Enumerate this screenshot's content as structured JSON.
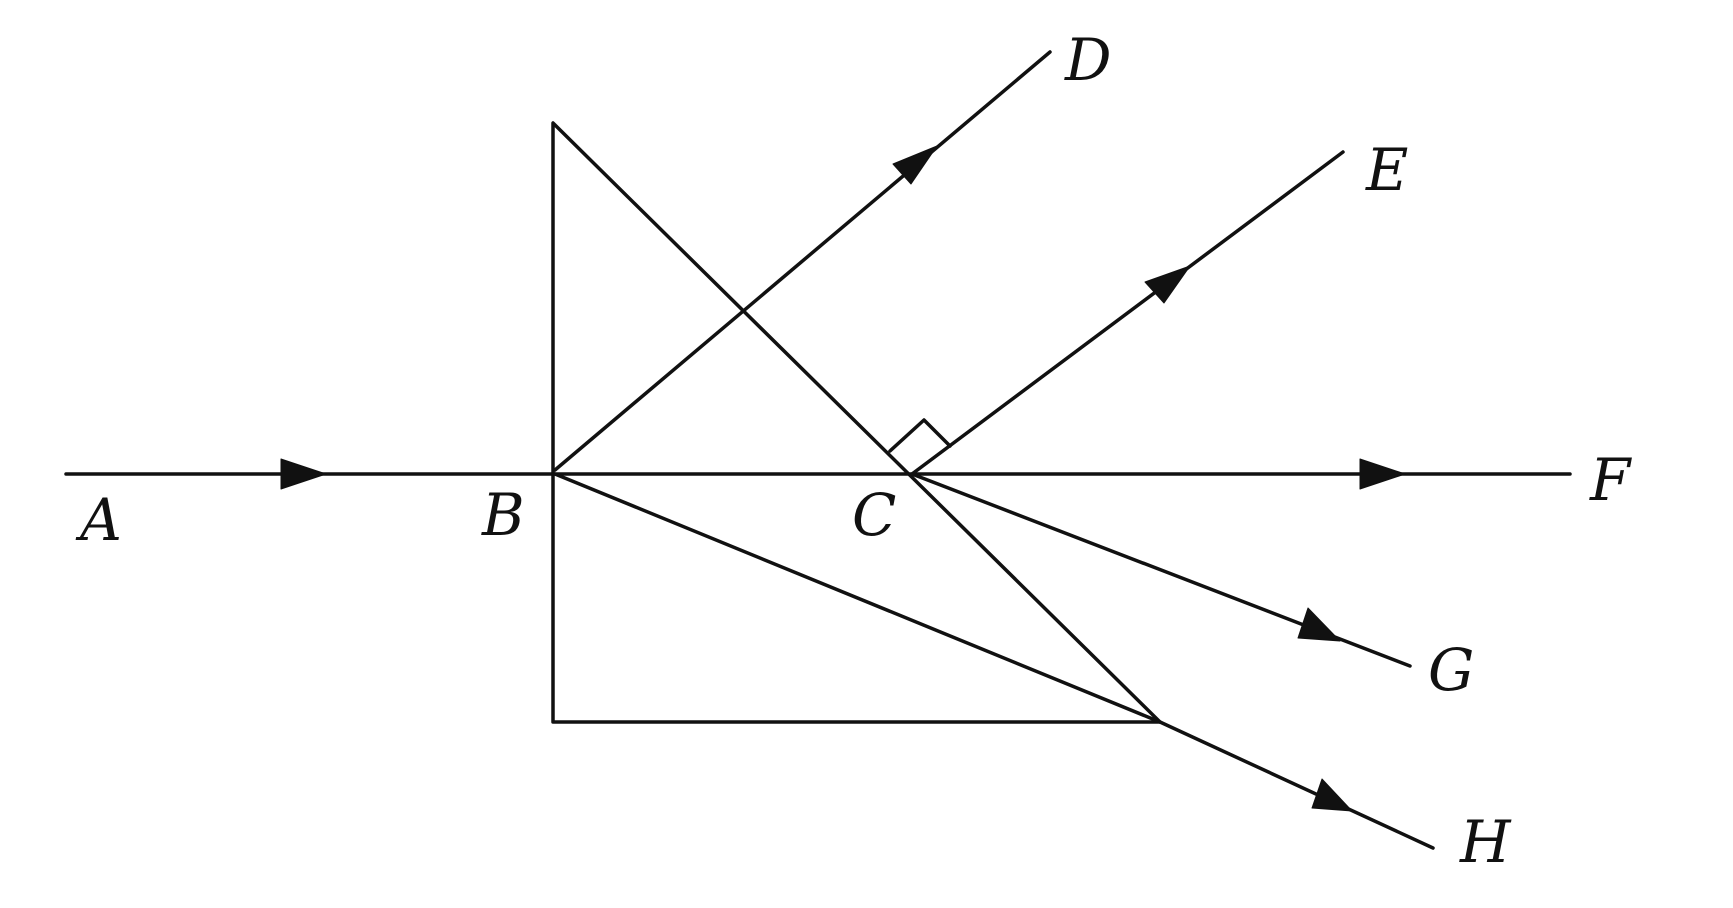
{
  "colors": {
    "stroke": "#111111",
    "background": "#ffffff"
  },
  "labels": {
    "A": "A",
    "B": "B",
    "C": "C",
    "D": "D",
    "E": "E",
    "F": "F",
    "G": "G",
    "H": "H"
  }
}
